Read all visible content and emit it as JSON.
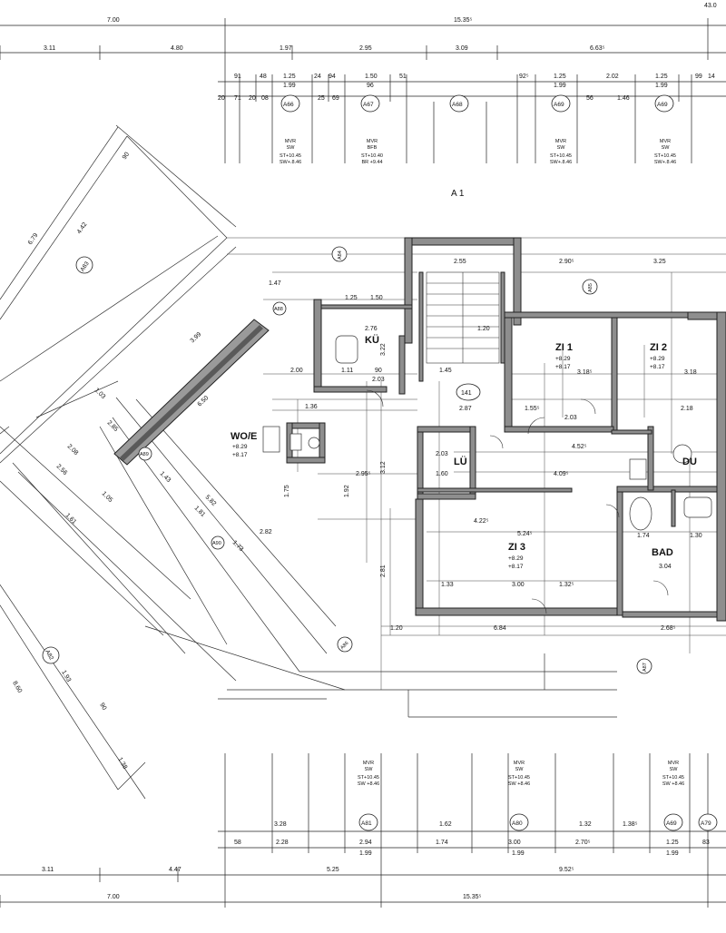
{
  "plan": {
    "section_label": "A 1",
    "unit_number": "141",
    "rooms": [
      {
        "key": "kitchen",
        "name": "KÜ"
      },
      {
        "key": "living",
        "name": "WO/E",
        "levels": [
          "+8.29",
          "+8.17"
        ]
      },
      {
        "key": "room1",
        "name": "ZI 1",
        "levels": [
          "+8.29",
          "+8.17"
        ]
      },
      {
        "key": "room2",
        "name": "ZI 2",
        "levels": [
          "+8.29",
          "+8.17"
        ]
      },
      {
        "key": "room3",
        "name": "ZI 3",
        "levels": [
          "+8.29",
          "+8.17"
        ]
      },
      {
        "key": "bath",
        "name": "BAD"
      },
      {
        "key": "shower",
        "name": "DU"
      },
      {
        "key": "utility",
        "name": "LÜ"
      }
    ],
    "top_overall": [
      "7.00",
      "15.35⁵",
      "43.0"
    ],
    "top_segments": [
      "3.11",
      "4.80",
      "1.97",
      "2.95",
      "3.09",
      "6.63⁵"
    ],
    "top_detail_row1": [
      "91",
      "48",
      "1.25",
      "24",
      "94",
      "1.50",
      "51",
      "92⁵",
      "1.25",
      "2.02",
      "1.25",
      "99",
      "14"
    ],
    "top_detail_row1b": [
      "1.99",
      "96",
      "1.99",
      "1.99"
    ],
    "top_detail_row2": [
      "20",
      "71",
      "20",
      "08",
      "25",
      "69",
      "56",
      "1.46"
    ],
    "top_axes": [
      "A66",
      "A67",
      "A68",
      "A69",
      "A69"
    ],
    "top_axis_notes": [
      [
        "MVR",
        "SW",
        "ST+10.45",
        "SW+.8.46"
      ],
      [
        "MVR",
        "BFB",
        "ST+10.40",
        "BR +9.44"
      ],
      [
        "MVR",
        "SW",
        "ST+10.45",
        "SW+.8.46"
      ],
      [
        "MVR",
        "SW",
        "ST+10.45",
        "SW+.8.46"
      ]
    ],
    "bottom_axis_notes": [
      [
        "MVR",
        "SW",
        "ST+10.45",
        "SW +8.46"
      ],
      [
        "MVR",
        "SW",
        "ST+10.45",
        "SW +8.46"
      ],
      [
        "MVR",
        "SW",
        "ST+10.45",
        "SW +8.46"
      ]
    ],
    "bottom_axes": [
      "A81",
      "A80",
      "A69",
      "A79"
    ],
    "bottom_row1": [
      "3.28",
      "1.62",
      "1.32",
      "1.38⁵"
    ],
    "bottom_row2": [
      "58",
      "2.28",
      "2.94",
      "1.74",
      "3.00",
      "2.70⁵",
      "1.25",
      "83"
    ],
    "bottom_row2b": [
      "1.99",
      "1.99",
      "1.99"
    ],
    "bottom_segments": [
      "3.11",
      "4.47",
      "5.25",
      "9.52⁵"
    ],
    "bottom_overall": [
      "7.00",
      "15.35⁵"
    ],
    "left_dims": [
      "4.42",
      "6.79",
      "90",
      "8.60",
      "1.93",
      "90",
      "1.38"
    ],
    "left_axes": [
      "A82",
      "A83"
    ],
    "interior_dims": [
      "2.76",
      "3.22",
      "2.00",
      "1.11",
      "90",
      "2.03",
      "1.36",
      "2.95⁵",
      "3.12",
      "1.92",
      "1.75",
      "3.18⁵",
      "3.18",
      "1.55⁵",
      "2.03",
      "2.18",
      "4.52⁵",
      "2.87",
      "5.24⁵",
      "4.22⁵",
      "6.84",
      "3.00",
      "1.33",
      "1.32⁵",
      "3.04",
      "2.68⁵",
      "1.20",
      "2.55",
      "2.90⁵",
      "3.25",
      "1.47",
      "1.25",
      "1.50",
      "1.20",
      "1.45",
      "2.03",
      "1.60",
      "4.09⁵",
      "1.74",
      "1.30",
      "2.82",
      "2.81"
    ],
    "diagonal_dims": [
      "3.99",
      "6.50",
      "5.82",
      "1.81",
      "1.73",
      "1.43",
      "1.03",
      "2.85",
      "2.56",
      "2.08",
      "1.61",
      "1.05"
    ],
    "side_axes": [
      "A84",
      "A85",
      "A86",
      "A87",
      "A88",
      "A89",
      "A90"
    ]
  }
}
